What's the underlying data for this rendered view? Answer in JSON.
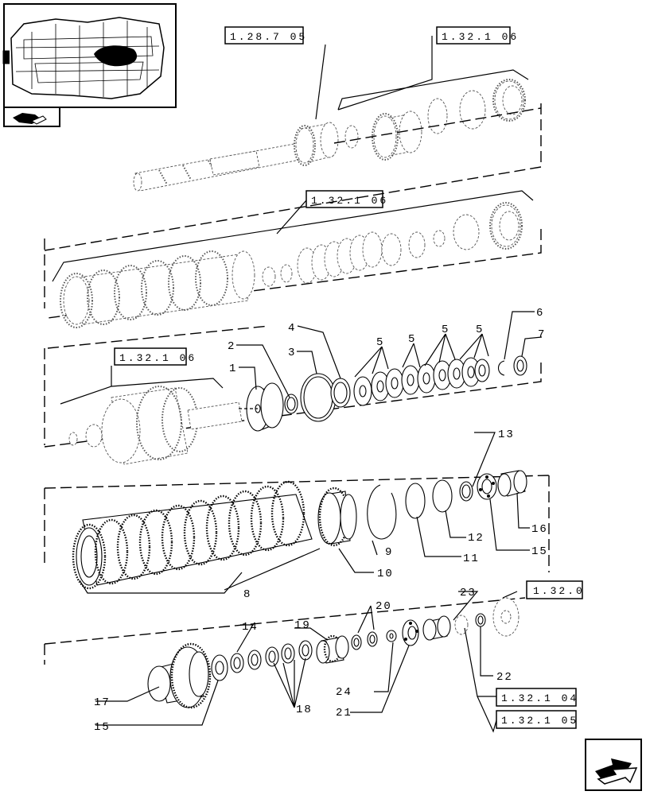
{
  "references": {
    "r1": "1.28.7 05",
    "r2": "1.32.1 06",
    "r3": "1.32.1 06",
    "r4": "1.32.1 06",
    "r5": "1.32.0",
    "r6": "1.32.1 04",
    "r7": "1.32.1 05"
  },
  "callouts": {
    "c1": "1",
    "c2": "2",
    "c3": "3",
    "c4": "4",
    "c5a": "5",
    "c5b": "5",
    "c5c": "5",
    "c5d": "5",
    "c6": "6",
    "c7": "7",
    "c8": "8",
    "c9": "9",
    "c10": "10",
    "c11": "11",
    "c12": "12",
    "c13": "13",
    "c14": "14",
    "c15a": "15",
    "c15b": "15",
    "c16": "16",
    "c17": "17",
    "c18": "18",
    "c19": "19",
    "c20": "20",
    "c21": "21",
    "c22": "22",
    "c23": "23",
    "c24": "24"
  },
  "icons": {
    "thumbnail": "transmission-overview-icon",
    "part_nav": "part-navigation-icon",
    "next_page": "next-page-arrow-icon"
  }
}
